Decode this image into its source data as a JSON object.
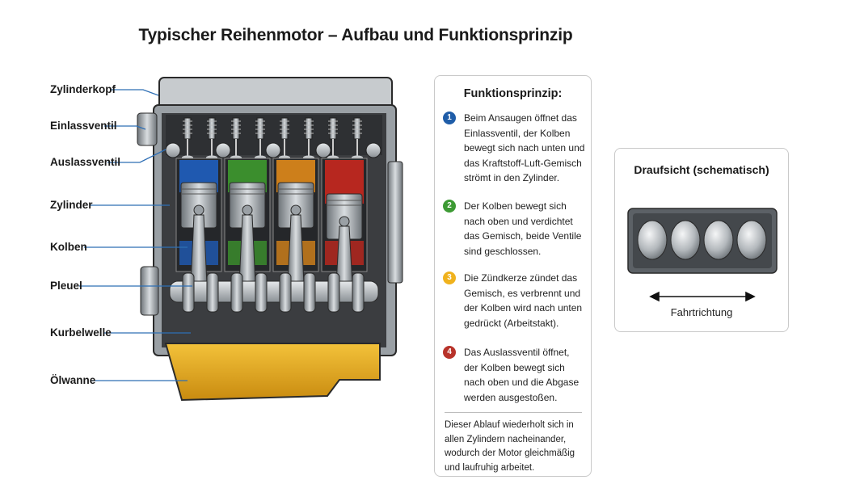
{
  "title": "Typischer Reihenmotor – Aufbau und Funktionsprinzip",
  "labels": [
    "Zylinderkopf",
    "Einlassventil",
    "Auslassventil",
    "Zylinder",
    "Kolben",
    "Pleuel",
    "Kurbelwelle",
    "Ölwanne"
  ],
  "colors": {
    "cyl1": "#1f5fbf",
    "cyl2": "#3e9a2e",
    "cyl3": "#e08a1a",
    "cyl4": "#c8281e",
    "oil": "#e6a91e",
    "step1": "#1f5da8",
    "step2": "#3d9a34",
    "step3": "#f0b21d",
    "step4": "#b8332a",
    "leader": "#2e6fb5"
  },
  "function": {
    "title": "Funktionsprinzip:",
    "steps": [
      {
        "num": "1",
        "text": "Beim Ansaugen öffnet das Einlassventil, der Kolben bewegt sich nach unten und das Kraftstoff-Luft-Gemisch strömt in den Zylinder."
      },
      {
        "num": "2",
        "text": "Der Kolben bewegt sich nach oben und verdichtet das Gemisch, beide Ventile sind geschlossen."
      },
      {
        "num": "3",
        "text": "Die Zündkerze zündet das Gemisch, es verbrennt und der Kolben wird nach unten gedrückt (Arbeitstakt)."
      },
      {
        "num": "4",
        "text": "Das Auslassventil öffnet, der Kolben bewegt sich nach oben und die Abgase werden ausgestoßen."
      }
    ],
    "summary": "Dieser Ablauf wiederholt sich in allen Zylindern nacheinander, wodurch der Motor gleichmäßig und laufruhig arbeitet."
  },
  "top_view": {
    "title": "Draufsicht (schematisch)",
    "direction": "Fahrtrichtung"
  }
}
